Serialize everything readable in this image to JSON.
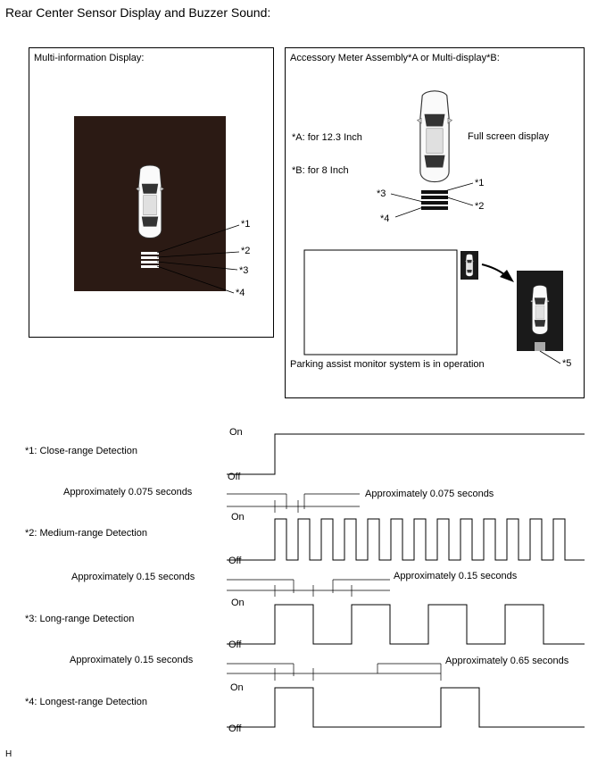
{
  "title": "Rear Center Sensor Display and Buzzer Sound:",
  "left_panel": {
    "label": "Multi-information Display:",
    "callouts": [
      "*1",
      "*2",
      "*3",
      "*4"
    ]
  },
  "right_panel": {
    "label": "Accessory Meter Assembly*A or Multi-display*B:",
    "note_a": "*A: for 12.3 Inch",
    "note_b": "*B: for 8 Inch",
    "full_screen_label": "Full screen display",
    "callouts": [
      "*1",
      "*2",
      "*3",
      "*4"
    ],
    "operation_label": "Parking assist monitor system is in operation",
    "callout_5": "*5"
  },
  "timing": {
    "on_label": "On",
    "off_label": "Off",
    "rows": [
      {
        "name": "*1: Close-range Detection"
      },
      {
        "name": "*2: Medium-range Detection",
        "left_time": "Approximately 0.075 seconds",
        "right_time": "Approximately 0.075 seconds"
      },
      {
        "name": "*3: Long-range Detection",
        "left_time": "Approximately 0.15 seconds",
        "right_time": "Approximately 0.15 seconds"
      },
      {
        "name": "*4: Longest-range Detection",
        "left_time": "Approximately 0.15 seconds",
        "right_time": "Approximately 0.65 seconds"
      }
    ]
  },
  "footer_mark": "H"
}
